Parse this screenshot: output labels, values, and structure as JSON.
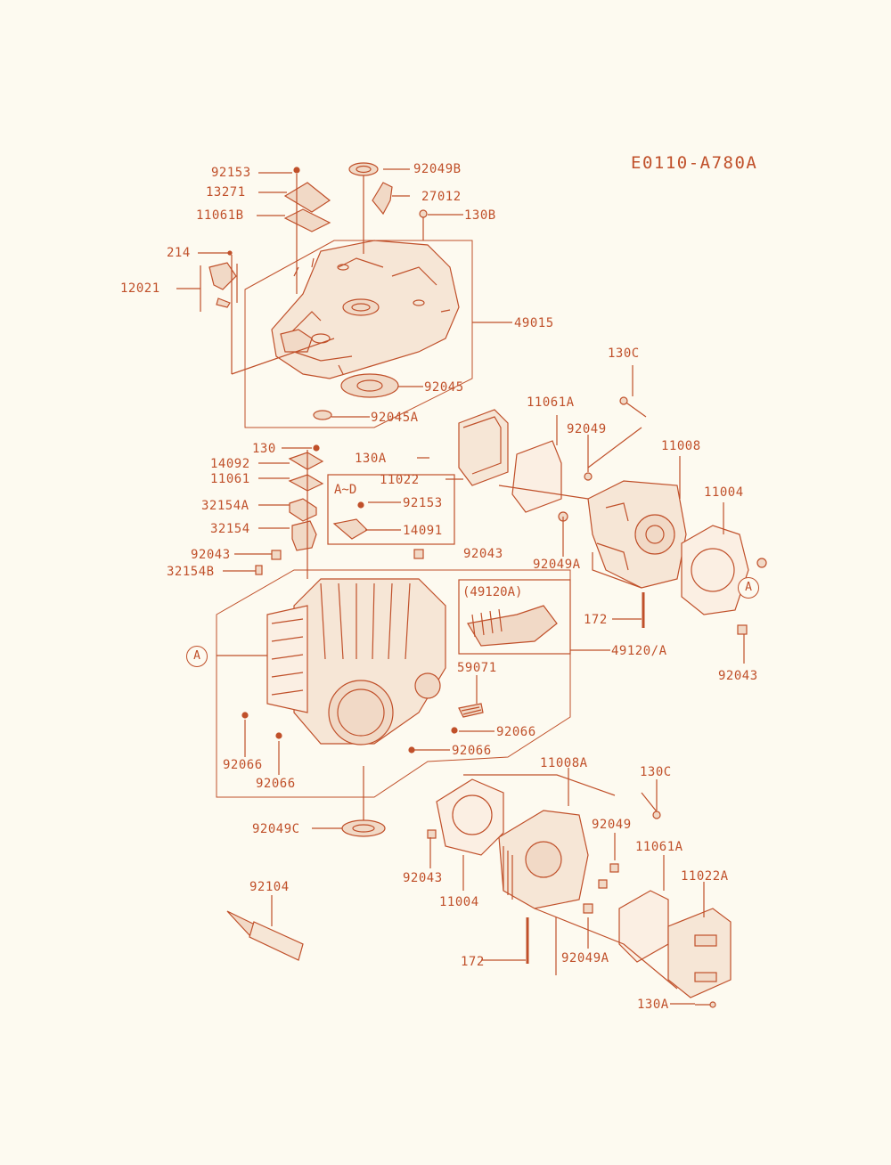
{
  "diagram_code": "E0110-A780A",
  "callout_letter": "A",
  "box_a_d_title": "A~D",
  "box_49120a_title": "(49120A)",
  "colors": {
    "line": "#c0502a",
    "background": "#fdfaf0",
    "fill": "#f1d9c6"
  },
  "labels": {
    "l92153_top": "92153",
    "l13271": "13271",
    "l11061B": "11061B",
    "l214": "214",
    "l12021": "12021",
    "l92049B": "92049B",
    "l27012": "27012",
    "l130B": "130B",
    "l49015": "49015",
    "l92045": "92045",
    "l92045A": "92045A",
    "l130C_top": "130C",
    "l11061A_top": "11061A",
    "l92049_top": "92049",
    "l11008": "11008",
    "l11004_top": "11004",
    "l130": "130",
    "l14092": "14092",
    "l130A_top": "130A",
    "l11061": "11061",
    "l11022": "11022",
    "l92153_box": "92153",
    "l32154A": "32154A",
    "l32154": "32154",
    "l14091": "14091",
    "l92049A_top": "92049A",
    "l92043_left": "92043",
    "l92043_center": "92043",
    "l32154B": "32154B",
    "l172_top": "172",
    "l49120A": "49120/A",
    "l92043_right": "92043",
    "l59071": "59071",
    "l92066_a": "92066",
    "l92066_b": "92066",
    "l92066_c": "92066",
    "l92066_d": "92066",
    "l11008A": "11008A",
    "l130C_bottom": "130C",
    "l92049C": "92049C",
    "l92049_bottom": "92049",
    "l11061A_bottom": "11061A",
    "l92043_bottom": "92043",
    "l11004_bottom": "11004",
    "l11022A": "11022A",
    "l92104": "92104",
    "l172_bottom": "172",
    "l92049A_bottom": "92049A",
    "l130A_bottom": "130A"
  }
}
